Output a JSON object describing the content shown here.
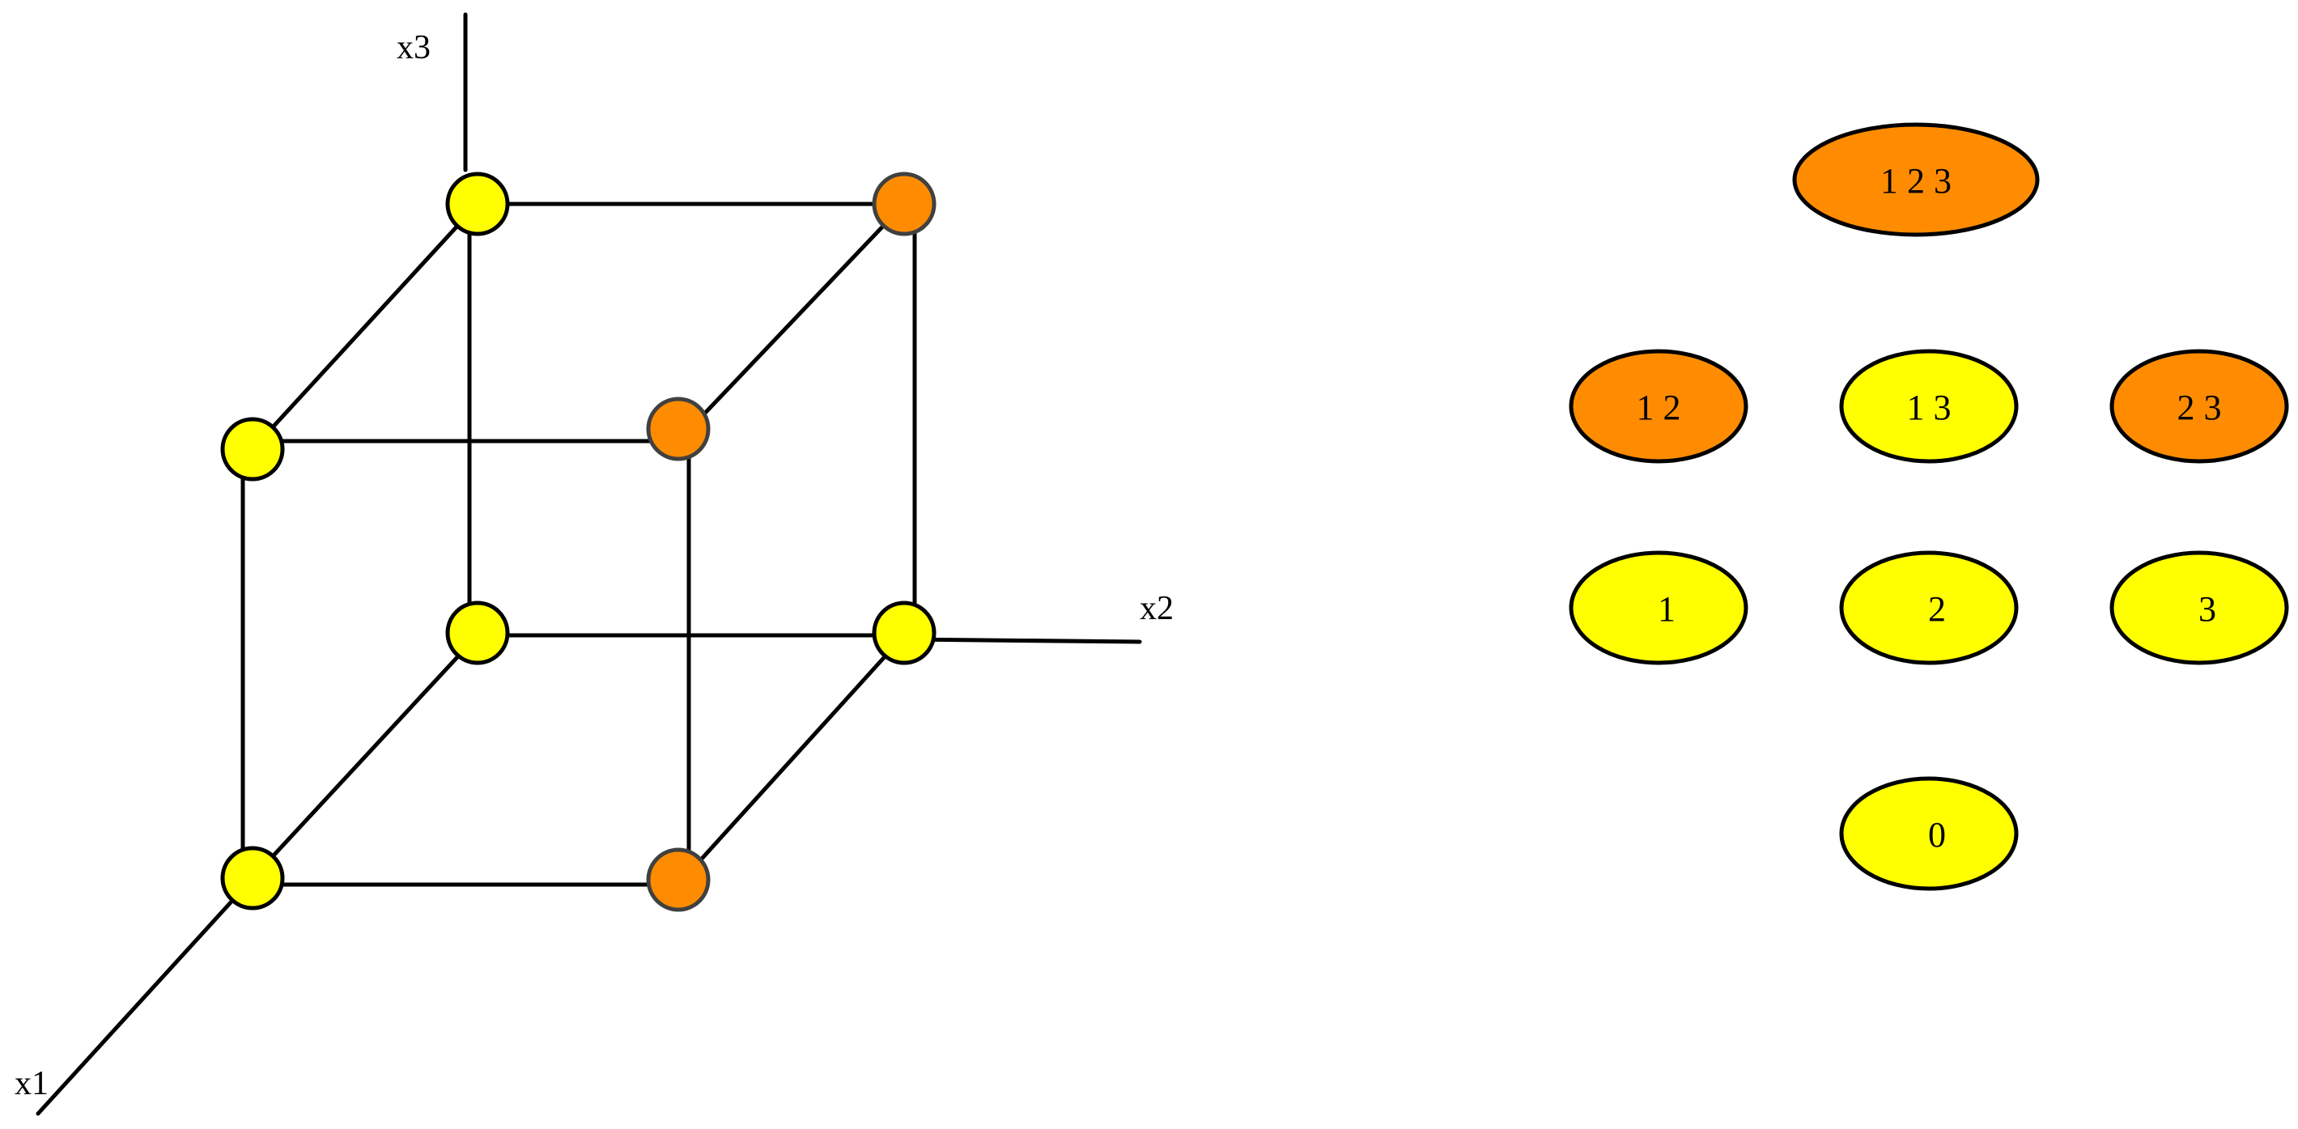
{
  "colors": {
    "yellow": "#ffff00",
    "orange": "#ff8c00",
    "vertex_yellow_stroke": "#000000",
    "vertex_orange_stroke": "#404040",
    "line": "#000000"
  },
  "axes": {
    "x1": "x1",
    "x2": "x2",
    "x3": "x3"
  },
  "cube_vertices": [
    {
      "id": "v000",
      "color": "yellow"
    },
    {
      "id": "v100",
      "color": "yellow"
    },
    {
      "id": "v010",
      "color": "yellow"
    },
    {
      "id": "v001",
      "color": "yellow"
    },
    {
      "id": "v110",
      "color": "orange"
    },
    {
      "id": "v101",
      "color": "yellow"
    },
    {
      "id": "v011",
      "color": "orange"
    },
    {
      "id": "v111",
      "color": "orange"
    }
  ],
  "lattice": {
    "top": {
      "label": "1 2 3",
      "color": "orange"
    },
    "row2": [
      {
        "label": "1 2",
        "color": "orange"
      },
      {
        "label": "1 3",
        "color": "yellow"
      },
      {
        "label": "2 3",
        "color": "orange"
      }
    ],
    "row3": [
      {
        "label": "1",
        "color": "yellow"
      },
      {
        "label": "2",
        "color": "yellow"
      },
      {
        "label": "3",
        "color": "yellow"
      }
    ],
    "bottom": {
      "label": "0",
      "color": "yellow"
    }
  }
}
